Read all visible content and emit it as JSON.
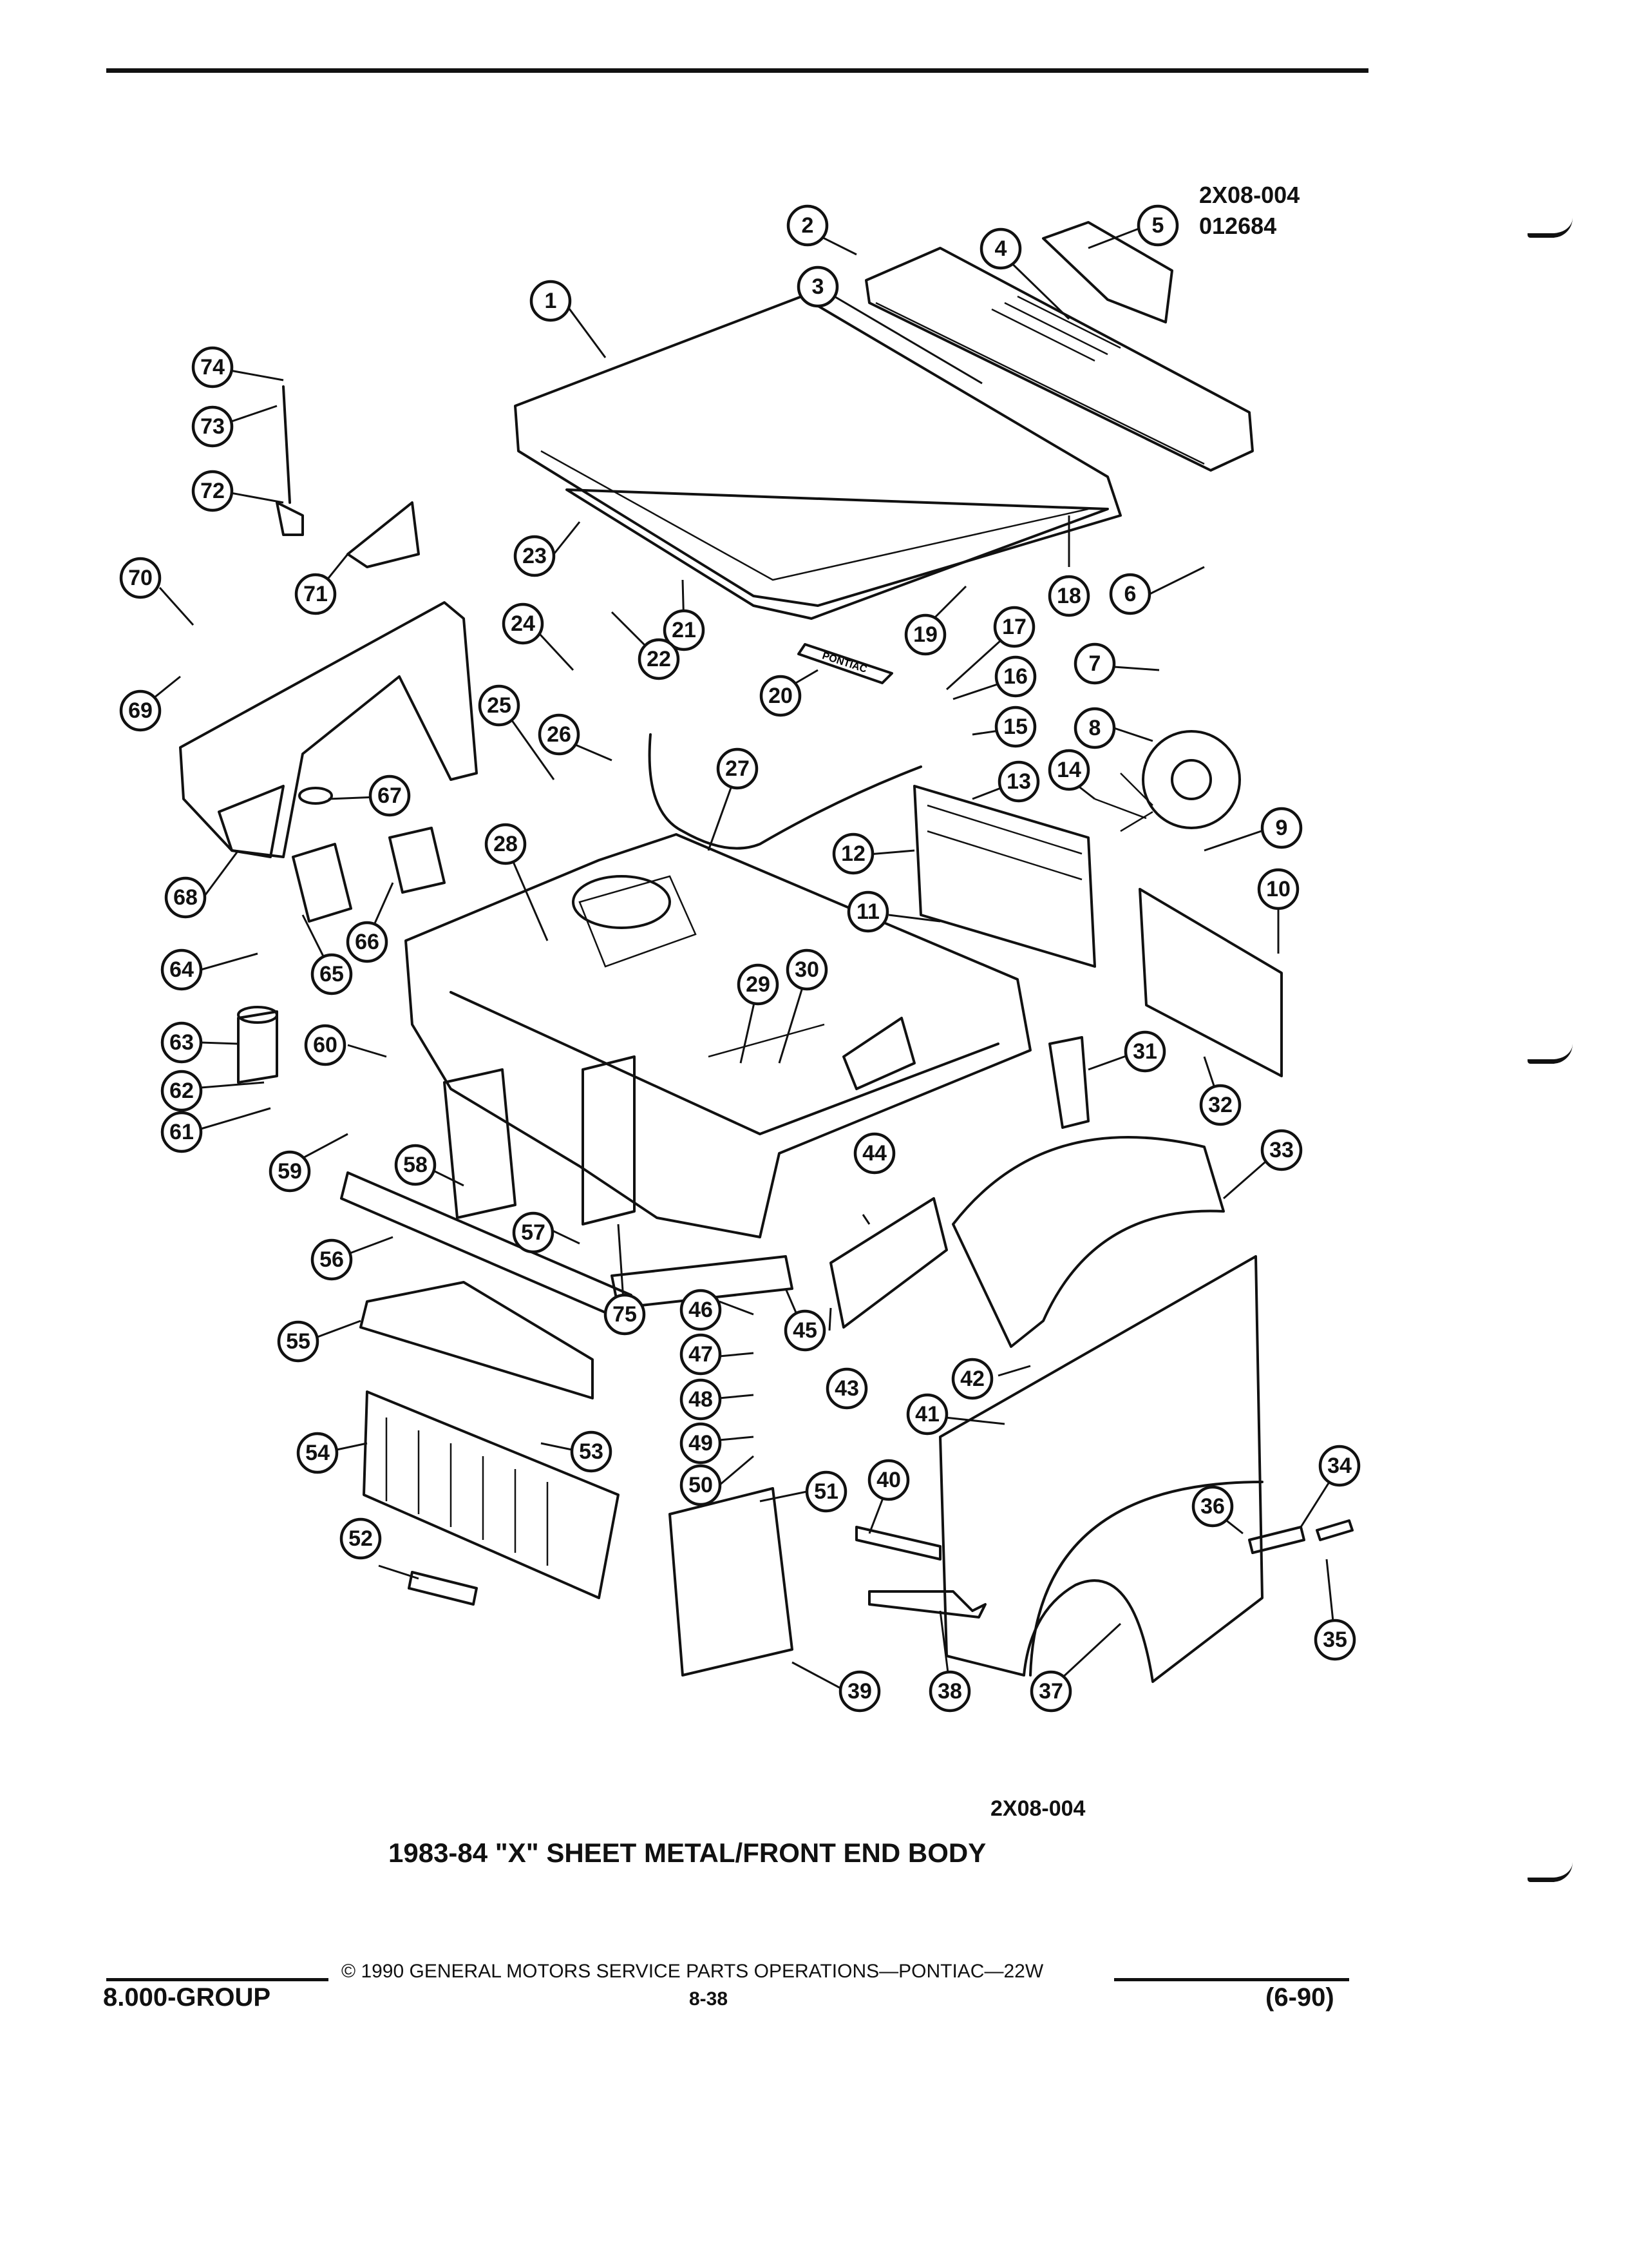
{
  "diagram": {
    "ref_top": "2X08-004",
    "date_code": "012684",
    "ref_bottom": "2X08-004",
    "title": "1983-84 \"X\" SHEET METAL/FRONT END BODY",
    "hood_emblem": "PONTIAC",
    "callouts": [
      "1",
      "2",
      "3",
      "4",
      "5",
      "6",
      "7",
      "8",
      "9",
      "10",
      "11",
      "12",
      "13",
      "14",
      "15",
      "16",
      "17",
      "18",
      "19",
      "20",
      "21",
      "22",
      "23",
      "24",
      "25",
      "26",
      "27",
      "28",
      "29",
      "30",
      "31",
      "32",
      "33",
      "34",
      "35",
      "36",
      "37",
      "38",
      "39",
      "40",
      "41",
      "42",
      "43",
      "44",
      "45",
      "46",
      "47",
      "48",
      "49",
      "50",
      "51",
      "52",
      "53",
      "54",
      "55",
      "56",
      "57",
      "58",
      "59",
      "60",
      "61",
      "62",
      "63",
      "64",
      "65",
      "66",
      "67",
      "68",
      "69",
      "70",
      "71",
      "72",
      "73",
      "74",
      "75"
    ]
  },
  "footer": {
    "copyright": "© 1990 GENERAL MOTORS SERVICE PARTS OPERATIONS—PONTIAC—22W",
    "group": "8.000-GROUP",
    "page": "8-38",
    "revision": "(6-90)"
  }
}
